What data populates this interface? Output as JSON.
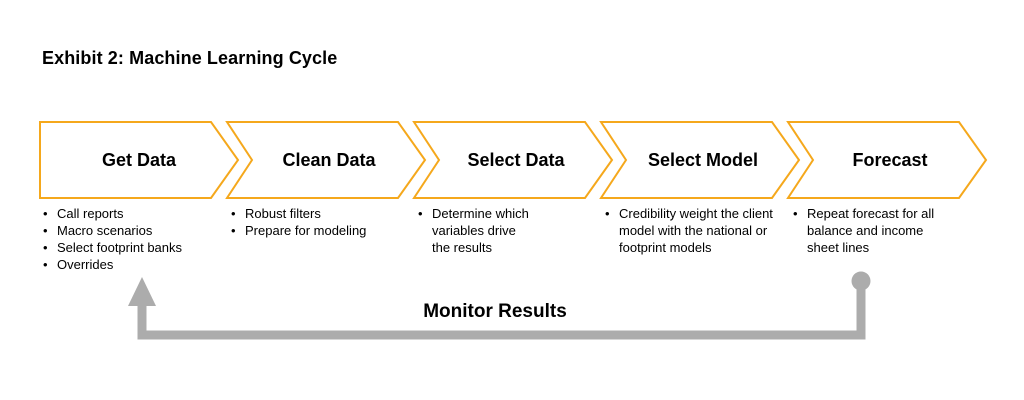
{
  "title": "Exhibit 2: Machine Learning Cycle",
  "colors": {
    "chevron_outline_gold": "#F5A81C",
    "feedback_loop_gray": "#ACACAC",
    "text_black": "#000000"
  },
  "stages": [
    {
      "title": "Get Data",
      "bullets": [
        "Call reports",
        "Macro scenarios",
        "Select footprint banks",
        "Overrides"
      ]
    },
    {
      "title": "Clean Data",
      "bullets": [
        "Robust filters",
        "Prepare for modeling"
      ]
    },
    {
      "title": "Select Data",
      "bullets": [
        "Determine which variables drive the results"
      ]
    },
    {
      "title": "Select Model",
      "bullets": [
        "Credibility weight the client model with the national or footprint models"
      ]
    },
    {
      "title": "Forecast",
      "bullets": [
        "Repeat forecast for all balance and income sheet lines"
      ]
    }
  ],
  "feedback_loop": {
    "label": "Monitor Results"
  }
}
